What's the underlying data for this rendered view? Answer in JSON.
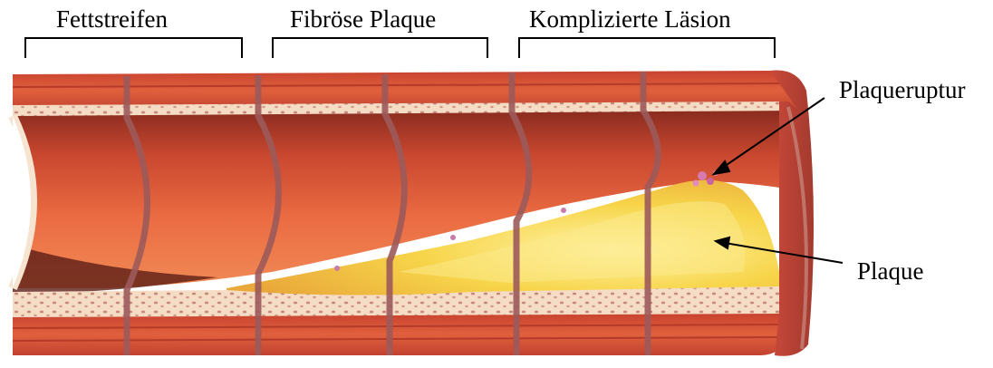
{
  "labels": {
    "stage_fatty": "Fettstreifen",
    "stage_fibrous": "Fibröse Plaque",
    "stage_complicated": "Komplizierte Läsion",
    "callout_rupture": "Plaqueruptur",
    "callout_plaque": "Plaque"
  },
  "colors": {
    "vessel_wall_outer": "#d94f35",
    "vessel_wall_dark": "#a83a28",
    "lumen_light": "#e8653e",
    "lumen_shadow": "#8e2f22",
    "intima_band": "#f3dcc4",
    "plaque_yellow": "#f5d23a",
    "plaque_light": "#fbe98a",
    "cut_ring": "#9c5a5a",
    "rupture": "#d77ab0"
  }
}
